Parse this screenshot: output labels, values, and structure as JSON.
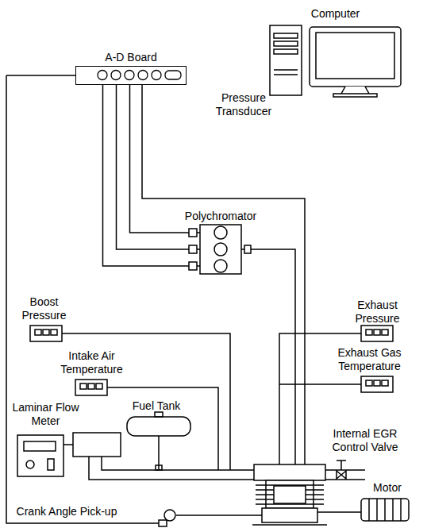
{
  "diagram": {
    "nodes": [
      {
        "text": [
          "Computer"
        ]
      },
      {
        "text": [
          "A-D Board"
        ]
      },
      {
        "text": [
          "Polychromator"
        ]
      }
    ],
    "edges": [
      {
        "from": 2,
        "to": 1,
        "arrow": "none"
      },
      {
        "from": 2,
        "to": 1,
        "arrow": "none"
      },
      {
        "from": 2,
        "to": 1,
        "arrow": "none"
      }
    ],
    "labels": [
      "Pressure Transducer",
      "Boost Pressure",
      "Intake Air Temperature",
      "Laminar Flow Meter",
      "Fuel Tank",
      "Exhaust Pressure",
      "Exhaust Gas Temperature",
      "Internal EGR Control Valve",
      "Motor",
      "Crank Angle Pick-up"
    ]
  }
}
